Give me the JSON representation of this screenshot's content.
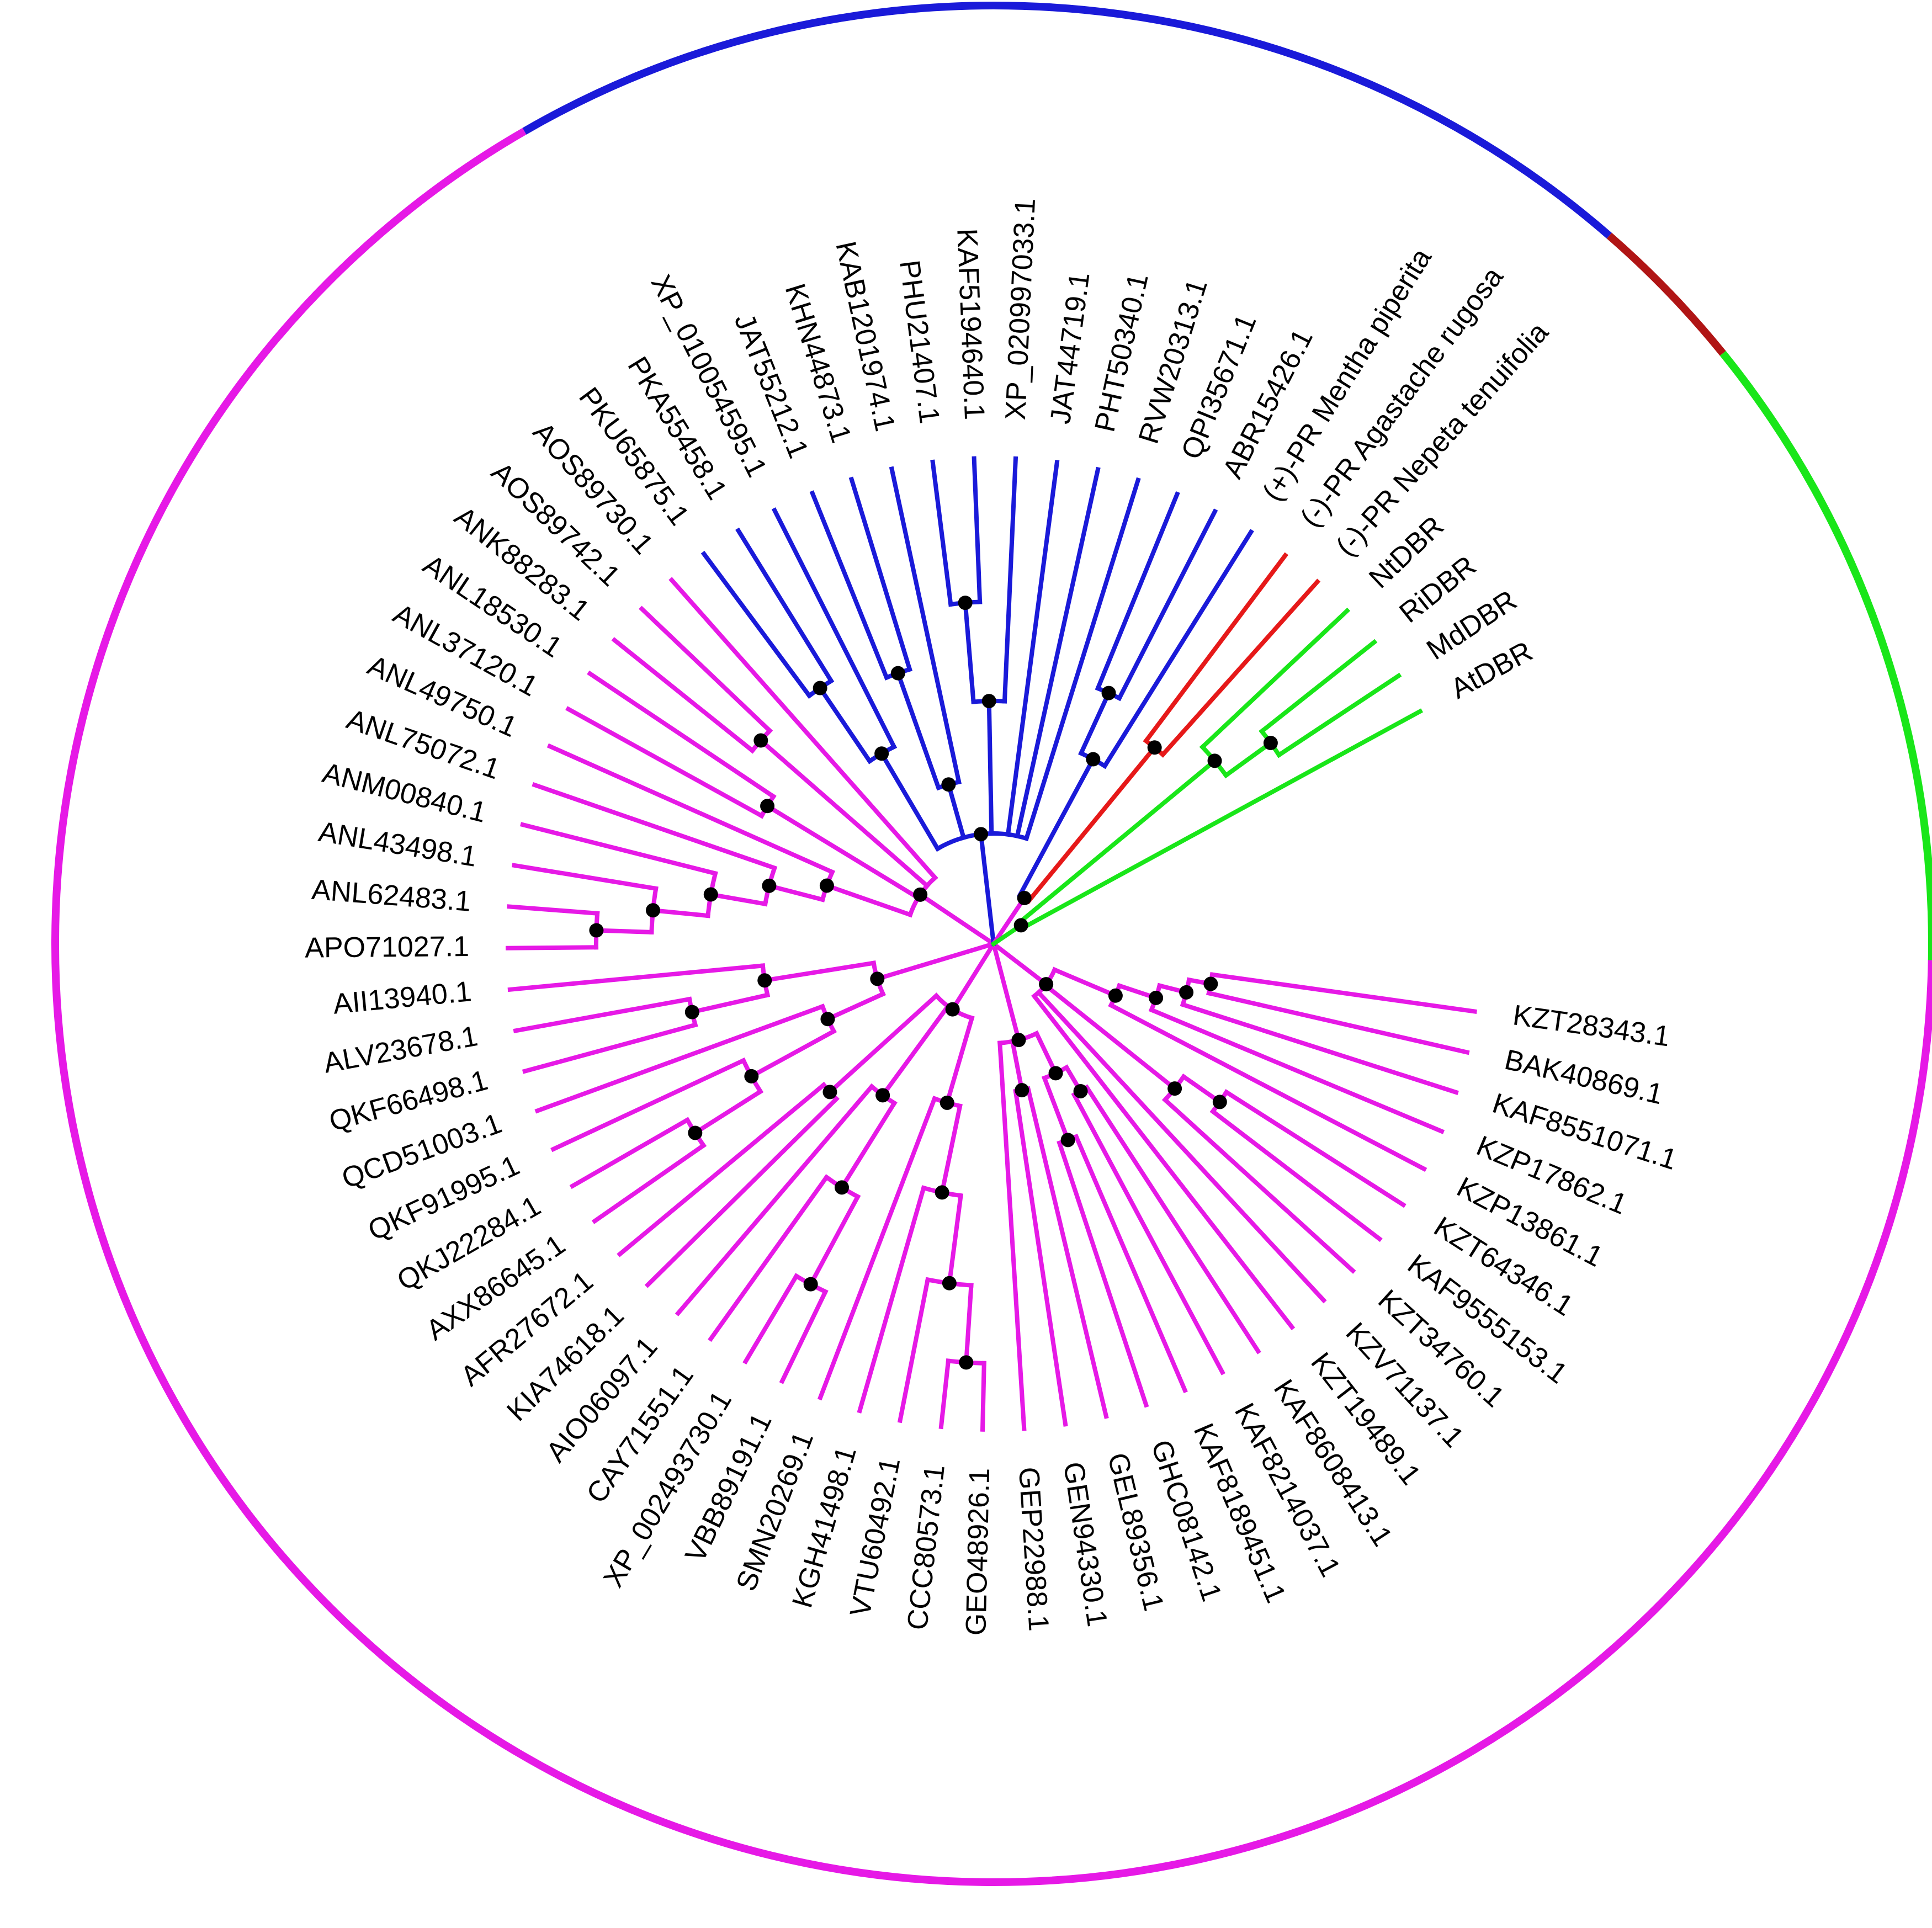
{
  "figure": {
    "type": "circular phylogenetic tree",
    "colors": {
      "magenta_clade": "#e619e6",
      "blue_clade": "#1a1ad9",
      "red_clade": "#e61919",
      "green_clade": "#19e619",
      "dark_red_ring": "#b01515",
      "node_marker": "#000000",
      "label_text": "#000000"
    },
    "outer_ring": [
      {
        "clade": "magenta",
        "color": "#e619e6"
      },
      {
        "clade": "blue",
        "color": "#1a1ad9"
      },
      {
        "clade": "dark-red",
        "color": "#b01515"
      },
      {
        "clade": "green",
        "color": "#19e619"
      }
    ],
    "leaves": [
      {
        "label": "KZT28343.1",
        "clade": "magenta"
      },
      {
        "label": "BAK40869.1",
        "clade": "magenta"
      },
      {
        "label": "KAF8551071.1",
        "clade": "magenta"
      },
      {
        "label": "KZP17862.1",
        "clade": "magenta"
      },
      {
        "label": "KZP13861.1",
        "clade": "magenta"
      },
      {
        "label": "KZT64346.1",
        "clade": "magenta"
      },
      {
        "label": "KAF9555153.1",
        "clade": "magenta"
      },
      {
        "label": "KZT34760.1",
        "clade": "magenta"
      },
      {
        "label": "KZV71137.1",
        "clade": "magenta"
      },
      {
        "label": "KZT19489.1",
        "clade": "magenta"
      },
      {
        "label": "KAF8608413.1",
        "clade": "magenta"
      },
      {
        "label": "KAF8214037.1",
        "clade": "magenta"
      },
      {
        "label": "KAF8189451.1",
        "clade": "magenta"
      },
      {
        "label": "GHC08142.1",
        "clade": "magenta"
      },
      {
        "label": "GEL89356.1",
        "clade": "magenta"
      },
      {
        "label": "GEN94330.1",
        "clade": "magenta"
      },
      {
        "label": "GEP22988.1",
        "clade": "magenta"
      },
      {
        "label": "GEO48926.1",
        "clade": "magenta"
      },
      {
        "label": "CCC80573.1",
        "clade": "magenta"
      },
      {
        "label": "VTU60492.1",
        "clade": "magenta"
      },
      {
        "label": "KGH41498.1",
        "clade": "magenta"
      },
      {
        "label": "SMN20269.1",
        "clade": "magenta"
      },
      {
        "label": "VBB89191.1",
        "clade": "magenta"
      },
      {
        "label": "XP_002493730.1",
        "clade": "magenta"
      },
      {
        "label": "CAY71551.1",
        "clade": "magenta"
      },
      {
        "label": "AIO06097.1",
        "clade": "magenta"
      },
      {
        "label": "KIA74618.1",
        "clade": "magenta"
      },
      {
        "label": "AFR27672.1",
        "clade": "magenta"
      },
      {
        "label": "AXX86645.1",
        "clade": "magenta"
      },
      {
        "label": "QKJ22284.1",
        "clade": "magenta"
      },
      {
        "label": "QKF91995.1",
        "clade": "magenta"
      },
      {
        "label": "QCD51003.1",
        "clade": "magenta"
      },
      {
        "label": "QKF66498.1",
        "clade": "magenta"
      },
      {
        "label": "ALV23678.1",
        "clade": "magenta"
      },
      {
        "label": "AII13940.1",
        "clade": "magenta"
      },
      {
        "label": "APO71027.1",
        "clade": "magenta"
      },
      {
        "label": "ANL62483.1",
        "clade": "magenta"
      },
      {
        "label": "ANL43498.1",
        "clade": "magenta"
      },
      {
        "label": "ANM00840.1",
        "clade": "magenta"
      },
      {
        "label": "ANL75072.1",
        "clade": "magenta"
      },
      {
        "label": "ANL49750.1",
        "clade": "magenta"
      },
      {
        "label": "ANL37120.1",
        "clade": "magenta"
      },
      {
        "label": "ANL18530.1",
        "clade": "magenta"
      },
      {
        "label": "ANK88283.1",
        "clade": "magenta"
      },
      {
        "label": "AOS89742.1",
        "clade": "magenta"
      },
      {
        "label": "AOS89730.1",
        "clade": "magenta"
      },
      {
        "label": "PKU65875.1",
        "clade": "blue"
      },
      {
        "label": "PKA55458.1",
        "clade": "blue"
      },
      {
        "label": "XP_010054595.1",
        "clade": "blue"
      },
      {
        "label": "JAT55212.1",
        "clade": "blue"
      },
      {
        "label": "KHN44873.1",
        "clade": "blue"
      },
      {
        "label": "KAB1201974.1",
        "clade": "blue"
      },
      {
        "label": "PHU21407.1",
        "clade": "blue"
      },
      {
        "label": "KAF5194640.1",
        "clade": "blue"
      },
      {
        "label": "XP_020997033.1",
        "clade": "blue"
      },
      {
        "label": "JAT44719.1",
        "clade": "blue"
      },
      {
        "label": "PHT50340.1",
        "clade": "blue"
      },
      {
        "label": "RVW20313.1",
        "clade": "blue"
      },
      {
        "label": "QPI35671.1",
        "clade": "blue"
      },
      {
        "label": "ABR15426.1",
        "clade": "blue"
      },
      {
        "label": "(+)-PR Mentha piperita",
        "clade": "blue",
        "label_color": "#1a1ad9"
      },
      {
        "label": "(-)-PR  Agastache rugosa",
        "clade": "red",
        "label_color": "#e61919"
      },
      {
        "label": "(-)-PR  Nepeta tenuifolia",
        "clade": "red",
        "label_color": "#e61919"
      },
      {
        "label": "NtDBR",
        "clade": "green"
      },
      {
        "label": "RiDBR",
        "clade": "green"
      },
      {
        "label": "MdDBR",
        "clade": "green"
      },
      {
        "label": "AtDBR",
        "clade": "green"
      }
    ]
  }
}
